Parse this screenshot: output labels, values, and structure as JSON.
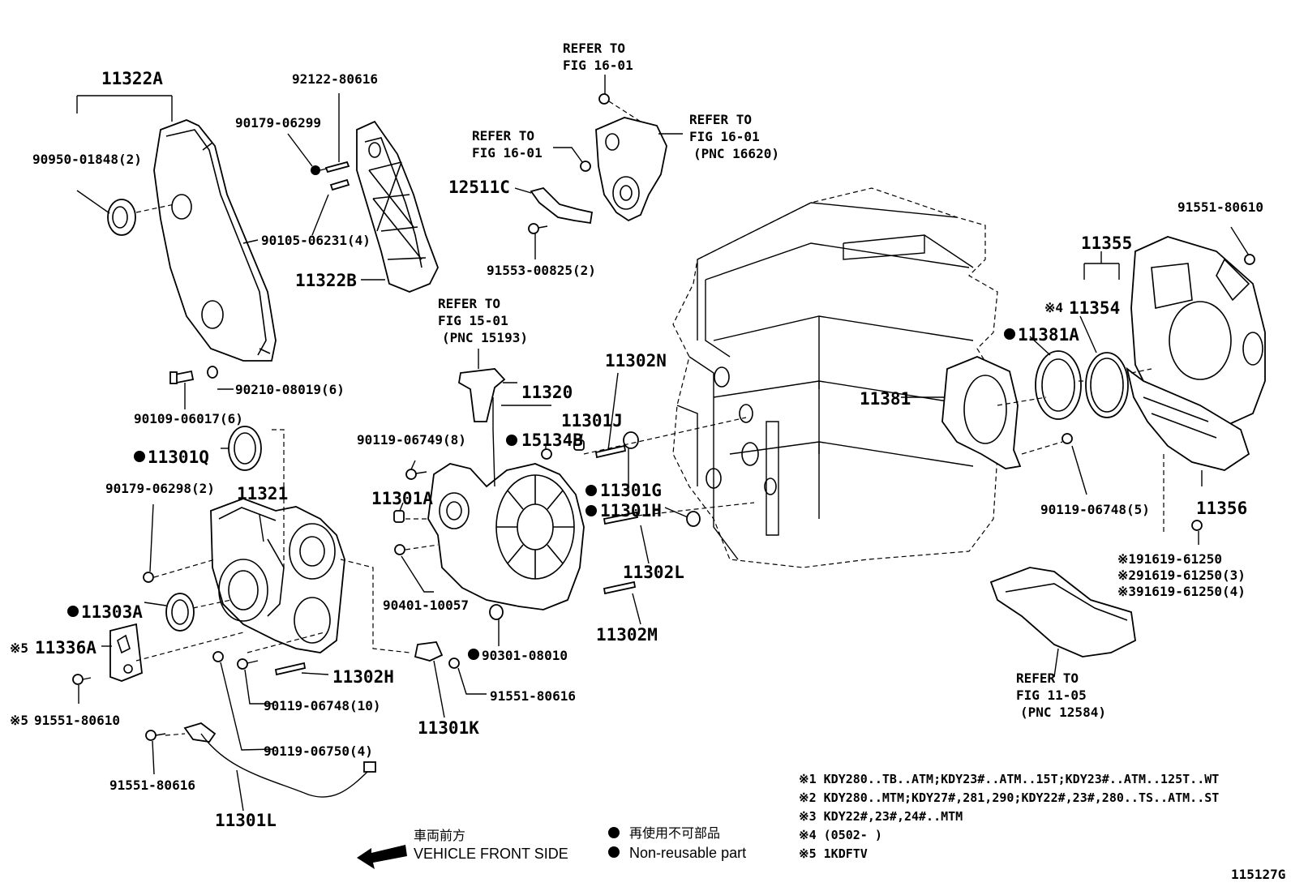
{
  "figure_id": "115127G",
  "legend": {
    "non_reusable_jp": "再使用不可部品",
    "non_reusable_en": "Non-reusable part",
    "front_jp": "車両前方",
    "front_en": "VEHICLE FRONT SIDE"
  },
  "notes": [
    "※1 KDY280..TB..ATM;KDY23#..ATM..15T;KDY23#..ATM..125T..WT",
    "※2 KDY280..MTM;KDY27#,281,290;KDY22#,23#,280..TS..ATM..ST",
    "※3 KDY22#,23#,24#..MTM",
    "※4 (0502-      )",
    "※5 1KDFTV"
  ],
  "refer": {
    "fig16_top_1": "REFER TO",
    "fig16_top_2": "FIG 16-01",
    "fig16_left_1": "REFER TO",
    "fig16_left_2": "FIG 16-01",
    "fig16_right_1": "REFER TO",
    "fig16_right_2": "FIG 16-01",
    "fig16_right_3": "(PNC 16620)",
    "fig15_1": "REFER TO",
    "fig15_2": "FIG 15-01",
    "fig15_3": "(PNC 15193)",
    "fig11_1": "REFER TO",
    "fig11_2": "FIG 11-05",
    "fig11_3": "(PNC 12584)"
  },
  "parts": {
    "p11322A": "11322A",
    "p90950": "90950-01848(2)",
    "p92122": "92122-80616",
    "p90179_06299": "90179-06299",
    "p90105": "90105-06231(4)",
    "p11322B": "11322B",
    "p90109": "90109-06017(6)",
    "p90210": "90210-08019(6)",
    "p11301Q": "11301Q",
    "p90179_06298": "90179-06298(2)",
    "p11321": "11321",
    "p11303A": "11303A",
    "p11336A": "11336A",
    "p11336A_mark": "※5",
    "p91551_80610_l": "91551-80610",
    "p91551_80610_l_mark": "※5",
    "p91551_80616_l": "91551-80616",
    "p11301L": "11301L",
    "p90119_06750": "90119-06750(4)",
    "p90119_06748_10": "90119-06748(10)",
    "p11302H": "11302H",
    "p11301K": "11301K",
    "p91551_80616_c": "91551-80616",
    "p90301": "90301-08010",
    "p11302M": "11302M",
    "p11302L": "11302L",
    "p90401": "90401-10057",
    "p11301A": "11301A",
    "p90119_06749": "90119-06749(8)",
    "p15134B": "15134B",
    "p11320": "11320",
    "p11301J": "11301J",
    "p11302N": "11302N",
    "p11301G": "11301G",
    "p11301H": "11301H",
    "p12511C": "12511C",
    "p91553": "91553-00825(2)",
    "p11381": "11381",
    "p11381A": "11381A",
    "p11354": "11354",
    "p11354_mark": "※4",
    "p11355": "11355",
    "p91551_80610_r": "91551-80610",
    "p90119_06748_5": "90119-06748(5)",
    "p11356": "11356",
    "p91619_a": "※191619-61250",
    "p91619_b": "※291619-61250(3)",
    "p91619_c": "※391619-61250(4)"
  }
}
